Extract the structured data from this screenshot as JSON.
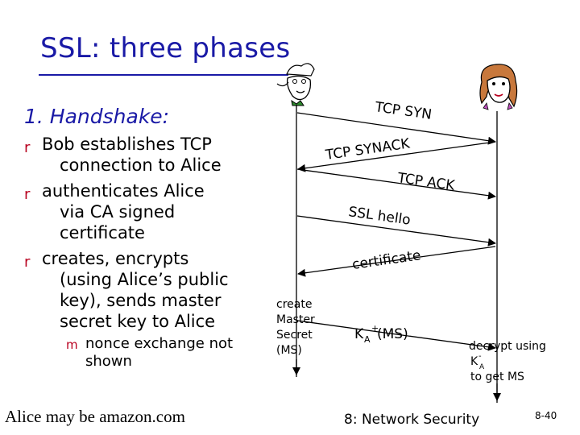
{
  "slide": {
    "title": "SSL: three phases",
    "phase_heading": "1. Handshake:",
    "bullets": [
      {
        "lines": [
          "Bob establishes TCP",
          "connection to Alice"
        ]
      },
      {
        "lines": [
          "authenticates Alice",
          "via CA signed",
          "certificate"
        ]
      },
      {
        "lines": [
          "creates, encrypts",
          "(using Alice’s public",
          "key), sends master",
          "secret key to Alice"
        ]
      }
    ],
    "sub_bullet": {
      "lines": [
        "nonce exchange not",
        "shown"
      ]
    },
    "footer_left": "Alice may be amazon.com",
    "footer_center": "8: Network Security",
    "slide_number": "8-40"
  },
  "diagram": {
    "messages": {
      "m1": "TCP SYN",
      "m2": "TCP SYNACK",
      "m3": "TCP ACK",
      "m4": "SSL hello",
      "m5": "certificate",
      "m6_base": "K",
      "m6_sub": "A",
      "m6_sup": "+",
      "m6_rest": "(MS)"
    },
    "bob_note": [
      "create",
      "Master",
      "Secret",
      "(MS)"
    ],
    "alice_note": {
      "line1": "decrypt using",
      "k_base": "K",
      "k_sub": "A",
      "k_sup": "-",
      "line3": "to get MS"
    }
  },
  "colors": {
    "title": "#1a1aa6",
    "bullet": "#b8001f"
  },
  "icons": {
    "bullet": "r",
    "sub_bullet": "m",
    "bob": "man-face-icon",
    "alice": "woman-face-icon"
  }
}
